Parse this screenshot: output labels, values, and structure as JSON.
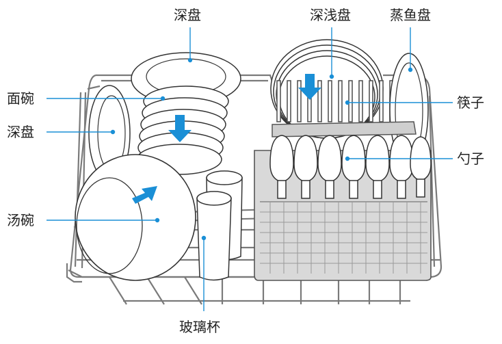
{
  "labels": {
    "deep_plate_top": "深盘",
    "deep_shallow_plate": "深浅盘",
    "steamed_fish_plate": "蒸鱼盘",
    "noodle_bowl": "面碗",
    "deep_plate_left": "深盘",
    "chopsticks": "筷子",
    "spoon": "勺子",
    "soup_bowl": "汤碗",
    "glass_cup": "玻璃杯"
  },
  "colors": {
    "line": "#1a8fd6",
    "arrow": "#1a8fd6",
    "rack": "#7a7a7a",
    "basket": "#d9d9d9",
    "dish_fill": "#ffffff",
    "dish_stroke": "#333333"
  }
}
